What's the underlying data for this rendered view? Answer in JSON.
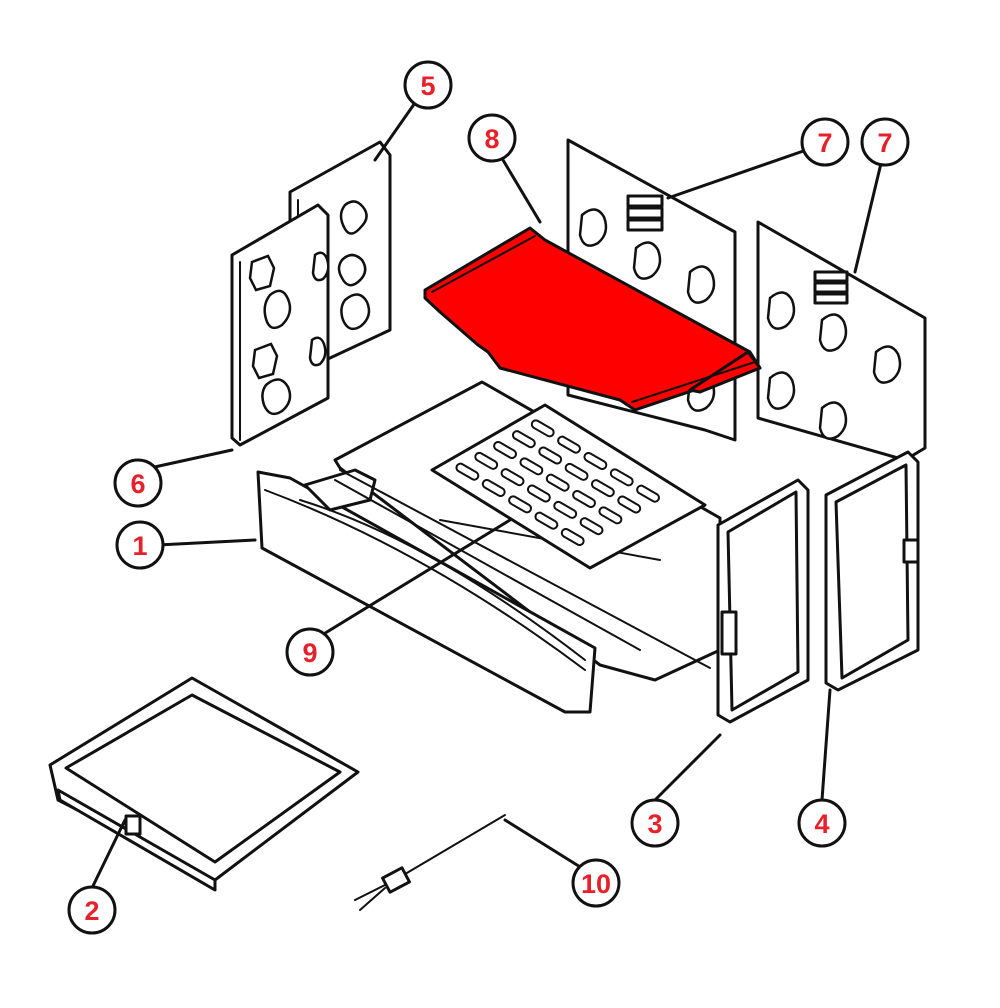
{
  "diagram": {
    "highlight_color": "#ff0000",
    "label_color": "#e8202a",
    "line_color": "#111111",
    "background": "#ffffff",
    "highlighted_part": "8",
    "callouts": [
      {
        "id": "c1",
        "label": "1"
      },
      {
        "id": "c2",
        "label": "2"
      },
      {
        "id": "c3",
        "label": "3"
      },
      {
        "id": "c4",
        "label": "4"
      },
      {
        "id": "c5",
        "label": "5"
      },
      {
        "id": "c6",
        "label": "6"
      },
      {
        "id": "c7a",
        "label": "7"
      },
      {
        "id": "c7b",
        "label": "7"
      },
      {
        "id": "c8",
        "label": "8"
      },
      {
        "id": "c9",
        "label": "9"
      },
      {
        "id": "c10",
        "label": "10"
      }
    ]
  }
}
